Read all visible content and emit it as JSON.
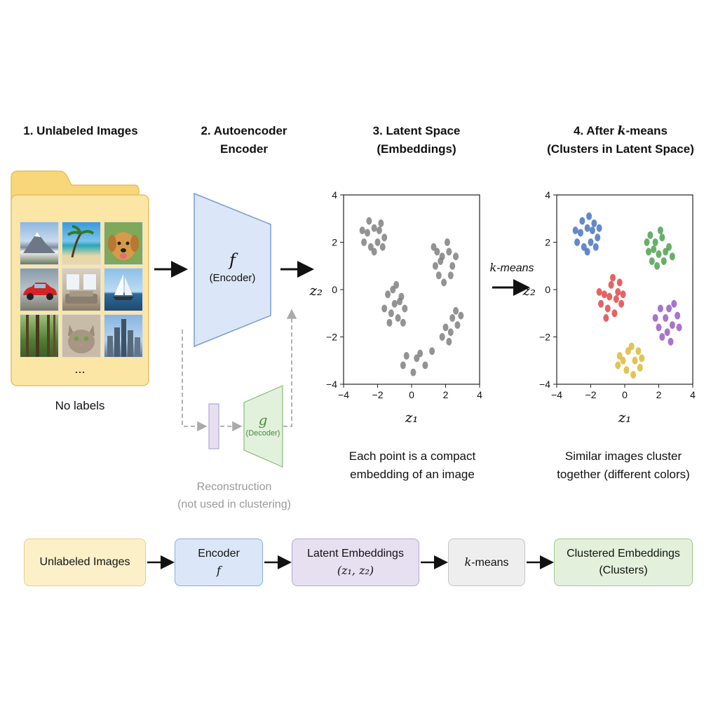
{
  "titles": {
    "step1": "1. Unlabeled Images",
    "step2_line1": "2. Autoencoder",
    "step2_line2": "Encoder",
    "step3_line1": "3. Latent Space",
    "step3_line2": "(Embeddings)",
    "step4_prefix": "4. After ",
    "step4_k": "k",
    "step4_suffix": "-means",
    "step4_line2": "(Clusters in Latent Space)"
  },
  "folder": {
    "thumbnails": [
      "mountain",
      "beach",
      "dog",
      "car",
      "living-room",
      "sailboat",
      "forest",
      "cat",
      "city"
    ],
    "ellipsis": "...",
    "caption": "No labels"
  },
  "encoder": {
    "symbol": "f",
    "label": "(Encoder)"
  },
  "decoder": {
    "symbol": "g",
    "label": "(Decoder)"
  },
  "reconstruction": {
    "line1": "Reconstruction",
    "line2": "(not used in clustering)"
  },
  "kmeans_arrow": {
    "k": "k",
    "rest": "-means"
  },
  "captions": {
    "latent_line1": "Each point is a compact",
    "latent_line2": "embedding of an image",
    "clusters_line1": "Similar images cluster",
    "clusters_line2": "together (different colors)"
  },
  "pipeline": {
    "box1": "Unlabeled Images",
    "box2_line1": "Encoder",
    "box2_line2": "f",
    "box3_line1": "Latent Embeddings",
    "box3_line2": "(z₁, z₂)",
    "box4_k": "k",
    "box4_rest": "-means",
    "box5_line1": "Clustered Embeddings",
    "box5_line2": "(Clusters)"
  },
  "colors": {
    "folder": "#fbe6a6",
    "encoder": "#dbe7f8",
    "decoder": "#e2f1dc",
    "latent_box": "#e6e0f1",
    "kmeans_box": "#eeeeee",
    "clusters_box": "#e3f1dc",
    "cluster_blue": "#4a74c0",
    "cluster_green": "#4fa04f",
    "cluster_red": "#e04848",
    "cluster_purple": "#9a5cc4",
    "cluster_yellow": "#dcb83a"
  },
  "chart_data": [
    {
      "type": "scatter",
      "xlabel": "z₁",
      "ylabel": "z₂",
      "xlim": [
        -4,
        4
      ],
      "ylim": [
        -4,
        4
      ],
      "xticks": [
        "−4",
        "−2",
        "0",
        "2",
        "4"
      ],
      "yticks": [
        "4",
        "2",
        "0",
        "−2",
        "−4"
      ],
      "grid": false,
      "series": [
        {
          "color": "#808080",
          "points": [
            [
              -2.2,
              2.6
            ],
            [
              -2.6,
              2.4
            ],
            [
              -1.8,
              2.8
            ],
            [
              -2.0,
              2.0
            ],
            [
              -2.4,
              1.8
            ],
            [
              -1.6,
              2.2
            ],
            [
              -2.8,
              2.0
            ],
            [
              -2.2,
              1.6
            ],
            [
              -1.9,
              2.5
            ],
            [
              -2.5,
              2.9
            ],
            [
              -1.7,
              1.8
            ],
            [
              -2.9,
              2.5
            ]
          ]
        },
        {
          "color": "#808080",
          "points": [
            [
              1.8,
              1.4
            ],
            [
              1.4,
              1.0
            ],
            [
              2.2,
              1.6
            ],
            [
              1.6,
              0.6
            ],
            [
              2.4,
              1.0
            ],
            [
              1.9,
              0.3
            ],
            [
              1.3,
              1.8
            ],
            [
              2.1,
              2.0
            ],
            [
              2.6,
              1.4
            ],
            [
              1.7,
              1.2
            ],
            [
              2.3,
              0.6
            ],
            [
              1.5,
              1.6
            ]
          ]
        },
        {
          "color": "#808080",
          "points": [
            [
              -1.0,
              -0.6
            ],
            [
              -1.4,
              -0.2
            ],
            [
              -0.6,
              -0.3
            ],
            [
              -1.2,
              -1.0
            ],
            [
              -0.8,
              -1.2
            ],
            [
              -0.4,
              -0.8
            ],
            [
              -1.6,
              -0.8
            ],
            [
              -0.9,
              0.2
            ],
            [
              -0.5,
              -1.4
            ],
            [
              -1.3,
              -1.4
            ],
            [
              -0.7,
              -0.5
            ],
            [
              -1.1,
              0.0
            ]
          ]
        },
        {
          "color": "#808080",
          "points": [
            [
              2.4,
              -1.2
            ],
            [
              2.0,
              -1.6
            ],
            [
              2.7,
              -1.5
            ],
            [
              2.2,
              -2.2
            ],
            [
              2.6,
              -0.9
            ],
            [
              1.8,
              -2.0
            ],
            [
              2.9,
              -1.1
            ],
            [
              2.3,
              -1.8
            ]
          ]
        },
        {
          "color": "#808080",
          "points": [
            [
              0.3,
              -2.9
            ],
            [
              -0.3,
              -2.8
            ],
            [
              0.8,
              -3.2
            ],
            [
              0.1,
              -3.5
            ],
            [
              1.2,
              -2.6
            ],
            [
              -0.5,
              -3.2
            ],
            [
              0.5,
              -2.7
            ]
          ]
        }
      ]
    },
    {
      "type": "scatter",
      "xlabel": "z₁",
      "ylabel": "z₂",
      "xlim": [
        -4,
        4
      ],
      "ylim": [
        -4,
        4
      ],
      "xticks": [
        "−4",
        "−2",
        "0",
        "2",
        "4"
      ],
      "yticks": [
        "4",
        "2",
        "0",
        "−2",
        "−4"
      ],
      "grid": false,
      "series": [
        {
          "color": "#4a74c0",
          "points": [
            [
              -2.2,
              2.6
            ],
            [
              -2.6,
              2.4
            ],
            [
              -1.8,
              2.8
            ],
            [
              -2.0,
              2.0
            ],
            [
              -2.4,
              1.8
            ],
            [
              -1.6,
              2.2
            ],
            [
              -2.8,
              2.0
            ],
            [
              -2.2,
              1.6
            ],
            [
              -1.9,
              2.5
            ],
            [
              -2.5,
              2.9
            ],
            [
              -1.7,
              1.8
            ],
            [
              -2.9,
              2.5
            ],
            [
              -2.1,
              3.1
            ],
            [
              -1.5,
              2.6
            ]
          ]
        },
        {
          "color": "#4fa04f",
          "points": [
            [
              1.8,
              2.0
            ],
            [
              1.4,
              1.6
            ],
            [
              2.2,
              2.2
            ],
            [
              1.6,
              1.2
            ],
            [
              2.4,
              1.6
            ],
            [
              1.9,
              1.0
            ],
            [
              1.3,
              2.0
            ],
            [
              2.1,
              2.5
            ],
            [
              2.6,
              1.8
            ],
            [
              1.7,
              1.7
            ],
            [
              2.3,
              1.2
            ],
            [
              1.5,
              2.3
            ],
            [
              2.8,
              1.4
            ],
            [
              2.0,
              1.5
            ]
          ]
        },
        {
          "color": "#e04848",
          "points": [
            [
              -0.8,
              0.2
            ],
            [
              -1.2,
              -0.2
            ],
            [
              -0.4,
              -0.1
            ],
            [
              -1.0,
              -0.8
            ],
            [
              -0.6,
              -1.0
            ],
            [
              -0.2,
              -0.6
            ],
            [
              -1.4,
              -0.6
            ],
            [
              -0.7,
              0.5
            ],
            [
              -0.3,
              0.3
            ],
            [
              -1.1,
              -1.2
            ],
            [
              -0.5,
              -0.4
            ],
            [
              -0.9,
              -0.3
            ],
            [
              -1.5,
              -0.1
            ],
            [
              -0.1,
              -0.2
            ]
          ]
        },
        {
          "color": "#9a5cc4",
          "points": [
            [
              2.4,
              -1.2
            ],
            [
              2.0,
              -1.6
            ],
            [
              2.8,
              -1.5
            ],
            [
              2.2,
              -2.0
            ],
            [
              2.6,
              -0.8
            ],
            [
              1.8,
              -1.2
            ],
            [
              3.1,
              -1.1
            ],
            [
              2.5,
              -1.8
            ],
            [
              2.9,
              -0.6
            ],
            [
              2.1,
              -0.8
            ],
            [
              2.7,
              -2.2
            ],
            [
              3.2,
              -1.6
            ]
          ]
        },
        {
          "color": "#dcb83a",
          "points": [
            [
              0.2,
              -2.6
            ],
            [
              -0.3,
              -2.8
            ],
            [
              0.6,
              -3.0
            ],
            [
              0.1,
              -3.4
            ],
            [
              0.8,
              -2.6
            ],
            [
              -0.4,
              -3.2
            ],
            [
              0.4,
              -2.4
            ],
            [
              0.9,
              -3.3
            ],
            [
              -0.1,
              -3.0
            ],
            [
              0.5,
              -3.6
            ],
            [
              1.0,
              -2.9
            ]
          ]
        }
      ]
    }
  ]
}
